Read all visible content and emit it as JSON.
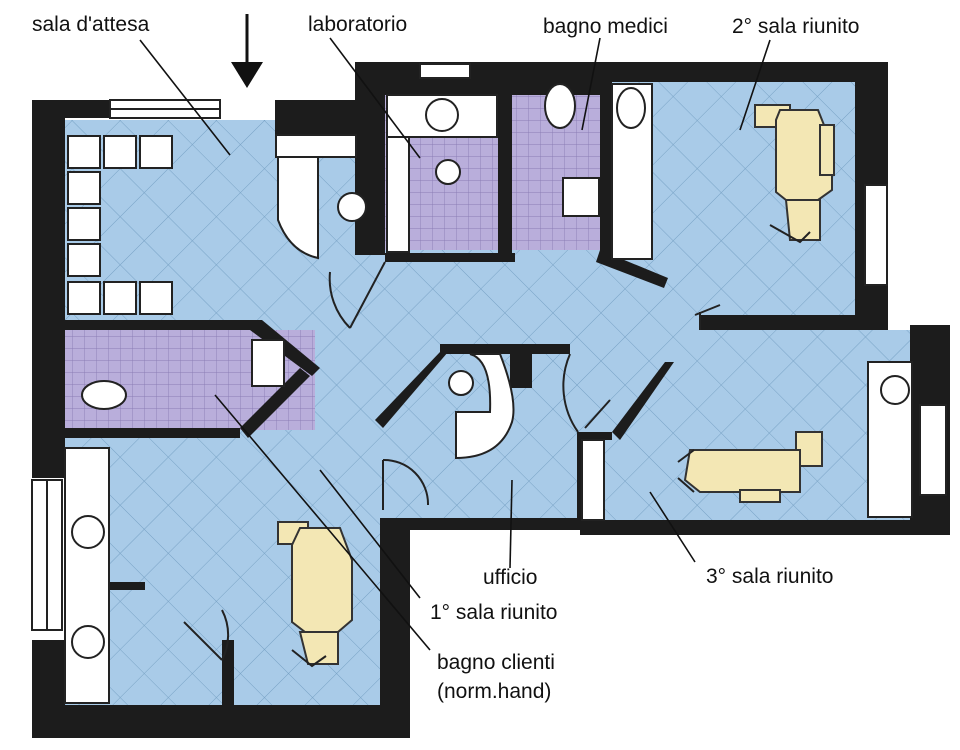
{
  "labels": {
    "sala_attesa": "sala d'attesa",
    "laboratorio": "laboratorio",
    "bagno_medici": "bagno medici",
    "sala_riunito_2": "2° sala riunito",
    "ufficio": "ufficio",
    "sala_riunito_3": "3° sala riunito",
    "sala_riunito_1": "1° sala riunito",
    "bagno_clienti": "bagno clienti",
    "bagno_clienti_note": "(norm.hand)"
  },
  "colors": {
    "floor_blue": "#a9cbe8",
    "tile_purple": "#b9aedb",
    "wall": "#1c1c1c",
    "chair": "#f3e7b4",
    "fixture": "#ffffff"
  },
  "icons": {
    "entrance": "entrance-arrow-icon",
    "dental_chair": "dental-chair-icon",
    "washbasin": "washbasin-icon",
    "toilet": "toilet-icon"
  }
}
